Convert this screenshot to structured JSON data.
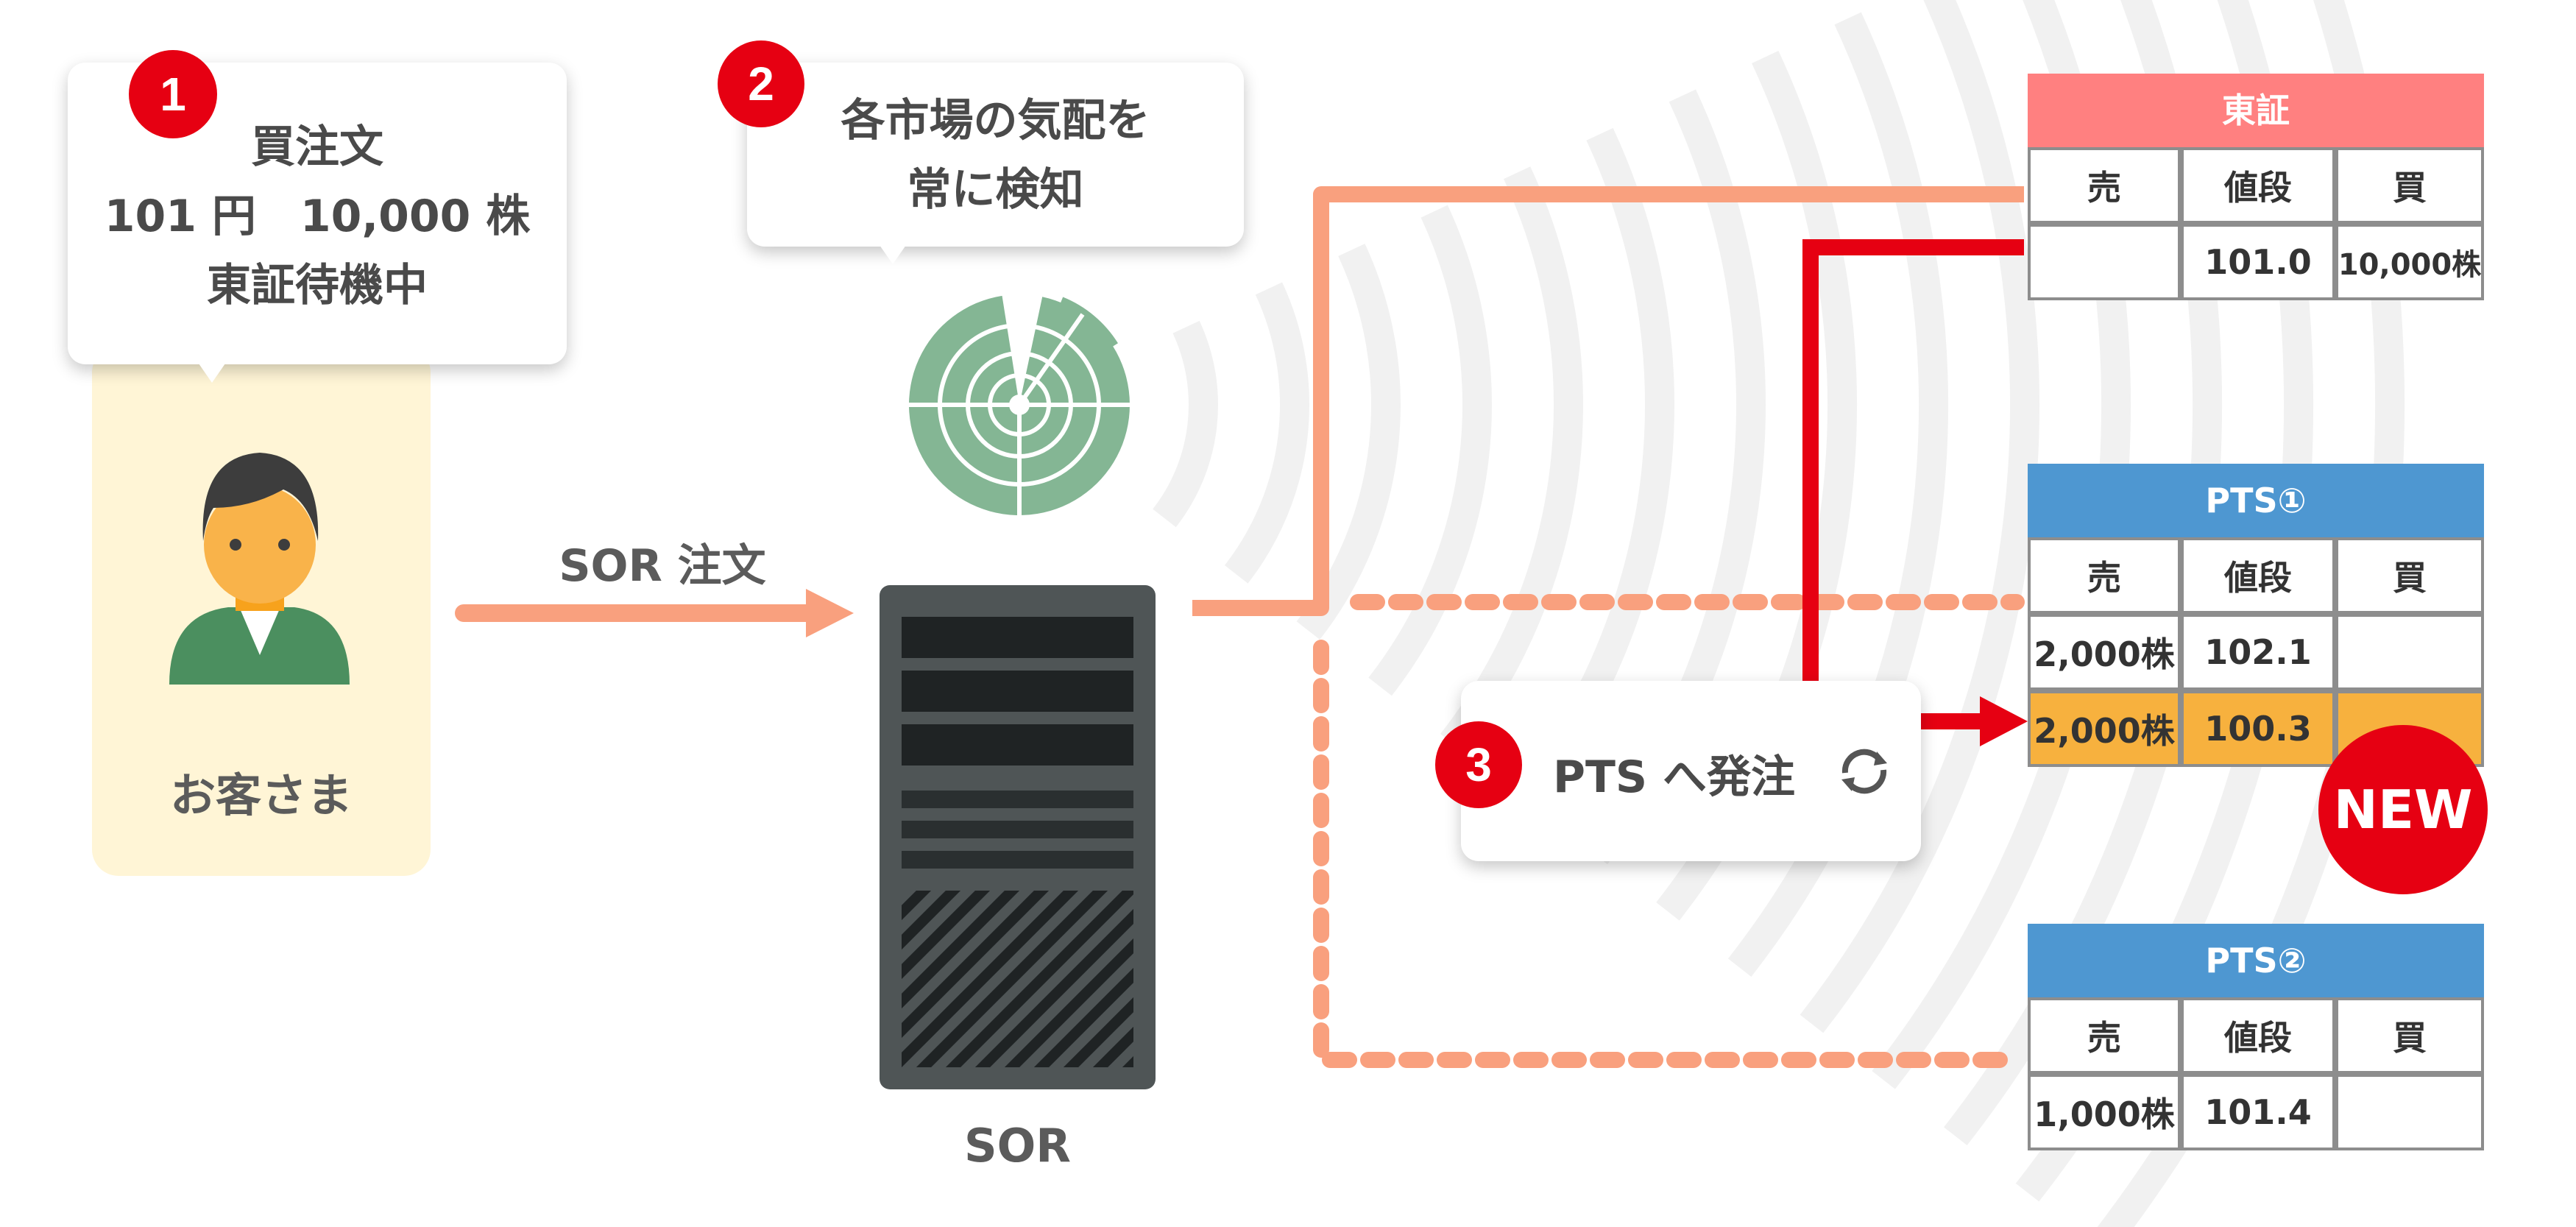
{
  "customer": {
    "badge": "1",
    "order_lines": [
      "買注文",
      "101 円　10,000 株",
      "東証待機中"
    ],
    "label": "お客さま"
  },
  "radar": {
    "badge": "2",
    "lines": [
      "各市場の気配を",
      "常に検知"
    ]
  },
  "sor_order_label": "SOR 注文",
  "sor_label": "SOR",
  "action": {
    "badge": "3",
    "label": "PTS へ発注"
  },
  "new_badge": "NEW",
  "markets": [
    {
      "name": "東証",
      "header_color": "#ff8080",
      "columns": [
        "売",
        "値段",
        "買"
      ],
      "rows": [
        {
          "sell": "",
          "price": "101.0",
          "buy": "10,000株"
        }
      ]
    },
    {
      "name": "PTS①",
      "header_color": "#4e97d1",
      "columns": [
        "売",
        "値段",
        "買"
      ],
      "rows": [
        {
          "sell": "2,000株",
          "price": "102.1",
          "buy": ""
        },
        {
          "sell": "2,000株",
          "price": "100.3",
          "buy": "",
          "highlight": true
        }
      ]
    },
    {
      "name": "PTS②",
      "header_color": "#4e97d1",
      "columns": [
        "売",
        "値段",
        "買"
      ],
      "rows": [
        {
          "sell": "1,000株",
          "price": "101.4",
          "buy": ""
        }
      ]
    }
  ],
  "colors": {
    "accent_red": "#e60012",
    "order_line": "#f9a07e",
    "radar_green": "#84b694",
    "server_dark": "#4f5556",
    "customer_bg": "#fff5d6",
    "highlight_row": "#f7b13e"
  }
}
